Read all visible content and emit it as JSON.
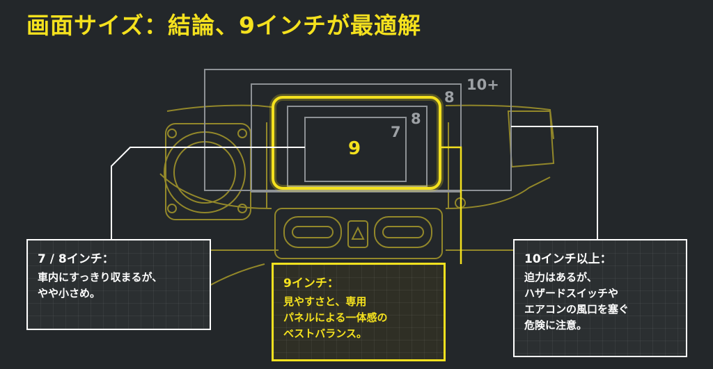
{
  "title": "画面サイズ：結論、9インチが最適解",
  "screen_sizes": {
    "s10": "10+",
    "s8_outer": "8",
    "s8_inner": "8",
    "s7": "7",
    "s9": "9"
  },
  "callouts": {
    "size_78": {
      "heading": "7 / 8インチ：",
      "lines": [
        "車内にすっきり収まるが、",
        "やや小さめ。"
      ]
    },
    "size_9": {
      "heading": "9インチ：",
      "lines": [
        "見やすさと、専用",
        "パネルによる一体感の",
        "ベストバランス。"
      ]
    },
    "size_10": {
      "heading": "10インチ以上：",
      "lines": [
        "迫力はあるが、",
        "ハザードスイッチや",
        "エアコンの風口を塞ぐ",
        "危険に注意。"
      ]
    }
  },
  "colors": {
    "background": "#23272a",
    "accent_yellow": "#f4e11e",
    "outline_gray": "#8e9296",
    "callout_white": "#ffffff",
    "dash_outline": "#b9a92a"
  }
}
